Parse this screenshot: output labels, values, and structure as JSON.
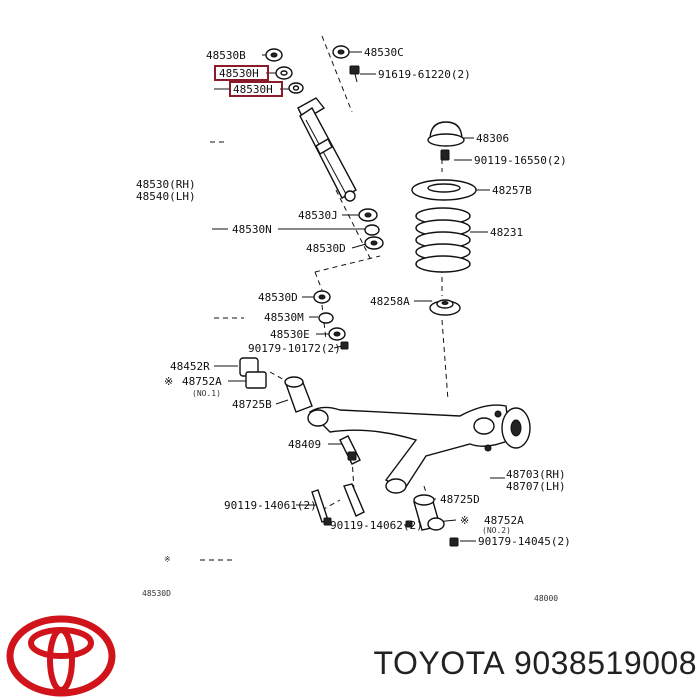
{
  "labels": {
    "l48530B": "48530B",
    "l48530H1": "48530H",
    "l48530H2": "48530H",
    "l48530C": "48530C",
    "l91619": "91619-61220(2)",
    "l48306": "48306",
    "l90119a": "90119-16550(2)",
    "l48257B": "48257B",
    "l48530RH": "48530(RH)",
    "l48540LH": "48540(LH)",
    "l48530J": "48530J",
    "l48530N": "48530N",
    "l48530D1": "48530D",
    "l48231": "48231",
    "l48530D2": "48530D",
    "l48258A": "48258A",
    "l48530M": "48530M",
    "l48530E": "48530E",
    "l90179a": "90179-10172(2)",
    "l48452R": "48452R",
    "l48752A1": "48752A",
    "l48725B": "48725B",
    "l48409": "48409",
    "l48703": "48703(RH)",
    "l48707": "48707(LH)",
    "l90119b": "90119-14061(2)",
    "l48725D": "48725D",
    "l90119c": "90119-14062(2)",
    "l48752A2": "48752A",
    "l90179b": "90179-14045(2)",
    "star1": "※",
    "star2": "※",
    "star3": "※",
    "note1": "(NO.1)",
    "note2": "(NO.2)",
    "foot1": "48530D",
    "foot2": "48000"
  },
  "caption": {
    "brand": "TOYOTA",
    "part_number": "9038519008"
  },
  "colors": {
    "highlight": "#8b1a2a",
    "logo": "#d1141c",
    "text": "#222222"
  }
}
